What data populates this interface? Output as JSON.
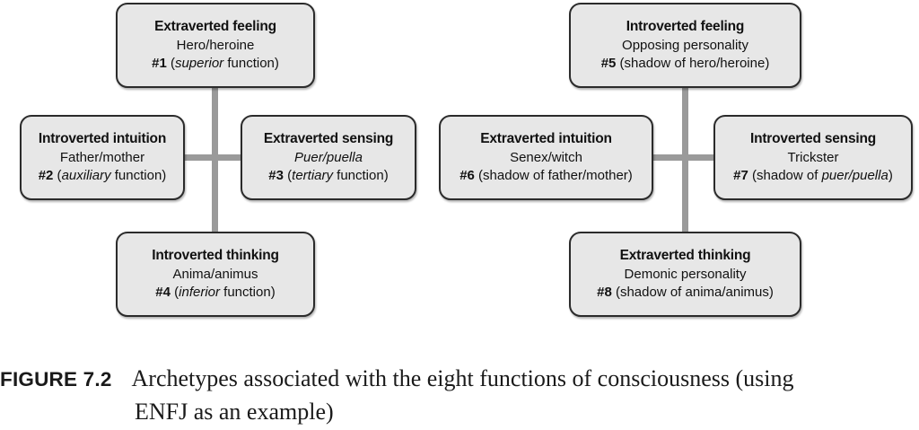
{
  "figure": {
    "label": "FIGURE 7.2",
    "caption_line_1": "Archetypes associated with the eight functions of consciousness (using",
    "caption_line_2": "ENFJ as an example)"
  },
  "colors": {
    "box_fill": "#e7e7e7",
    "box_border": "#2b2b2b",
    "connector": "#9a9a9a",
    "text": "#111111",
    "page_background": "#ffffff"
  },
  "clusters": [
    {
      "name": "primary-functions",
      "nodes": [
        {
          "id": 1,
          "position": "top",
          "title": "Extraverted feeling",
          "role": "Hero/heroine",
          "rank_number": "#1",
          "rank_open": " (",
          "rank_italic": "superior",
          "rank_close": " function)"
        },
        {
          "id": 2,
          "position": "left",
          "title": "Introverted intuition",
          "role": "Father/mother",
          "rank_number": "#2",
          "rank_open": " (",
          "rank_italic": "auxiliary",
          "rank_close": " function)"
        },
        {
          "id": 3,
          "position": "right",
          "title": "Extraverted sensing",
          "role": "Puer/puella",
          "role_italic": true,
          "rank_number": "#3",
          "rank_open": " (",
          "rank_italic": "tertiary",
          "rank_close": " function)"
        },
        {
          "id": 4,
          "position": "bottom",
          "title": "Introverted thinking",
          "role": "Anima/animus",
          "rank_number": "#4",
          "rank_open": " (",
          "rank_italic": "inferior",
          "rank_close": " function)"
        }
      ]
    },
    {
      "name": "shadow-functions",
      "nodes": [
        {
          "id": 5,
          "position": "top",
          "title": "Introverted feeling",
          "role": "Opposing personality",
          "rank_number": "#5",
          "rank_open": " (shadow of hero/heroine)",
          "rank_italic": "",
          "rank_close": ""
        },
        {
          "id": 6,
          "position": "left",
          "title": "Extraverted intuition",
          "role": "Senex/witch",
          "rank_number": "#6",
          "rank_open": " (shadow of father/mother)",
          "rank_italic": "",
          "rank_close": ""
        },
        {
          "id": 7,
          "position": "right",
          "title": "Introverted sensing",
          "role": "Trickster",
          "rank_number": "#7",
          "rank_open": " (shadow of ",
          "rank_italic": "puer/puella",
          "rank_close": ")"
        },
        {
          "id": 8,
          "position": "bottom",
          "title": "Extraverted thinking",
          "role": "Demonic personality",
          "rank_number": "#8",
          "rank_open": " (shadow of anima/animus)",
          "rank_italic": "",
          "rank_close": ""
        }
      ]
    }
  ]
}
